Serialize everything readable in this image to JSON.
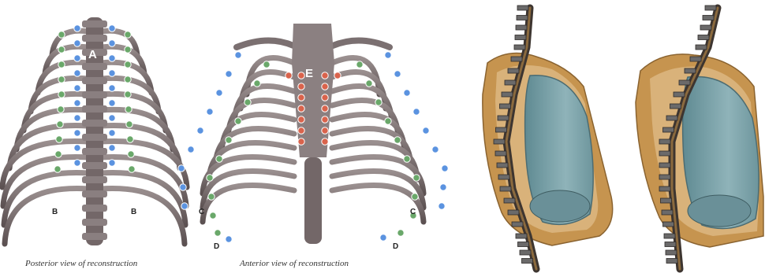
{
  "posterior": {
    "caption": "Posterior view of reconstruction",
    "labels": {
      "a": "A",
      "b_left": "B",
      "b_right": "B"
    }
  },
  "anterior": {
    "caption": "Anterior view of reconstruction",
    "labels": {
      "e": "E",
      "c_left": "C",
      "c_right": "C",
      "d_left": "D",
      "d_right": "D"
    }
  },
  "colors": {
    "background": "#ffffff",
    "bone": "#6e6263",
    "bone_highlight": "#a99e9e",
    "marker_blue": "#5b93e0",
    "marker_green": "#6aa86a",
    "marker_red": "#d9634c",
    "torso_skin": "#c6944f",
    "lung": "#7fa4ab",
    "spine_dark": "#3d3530"
  }
}
